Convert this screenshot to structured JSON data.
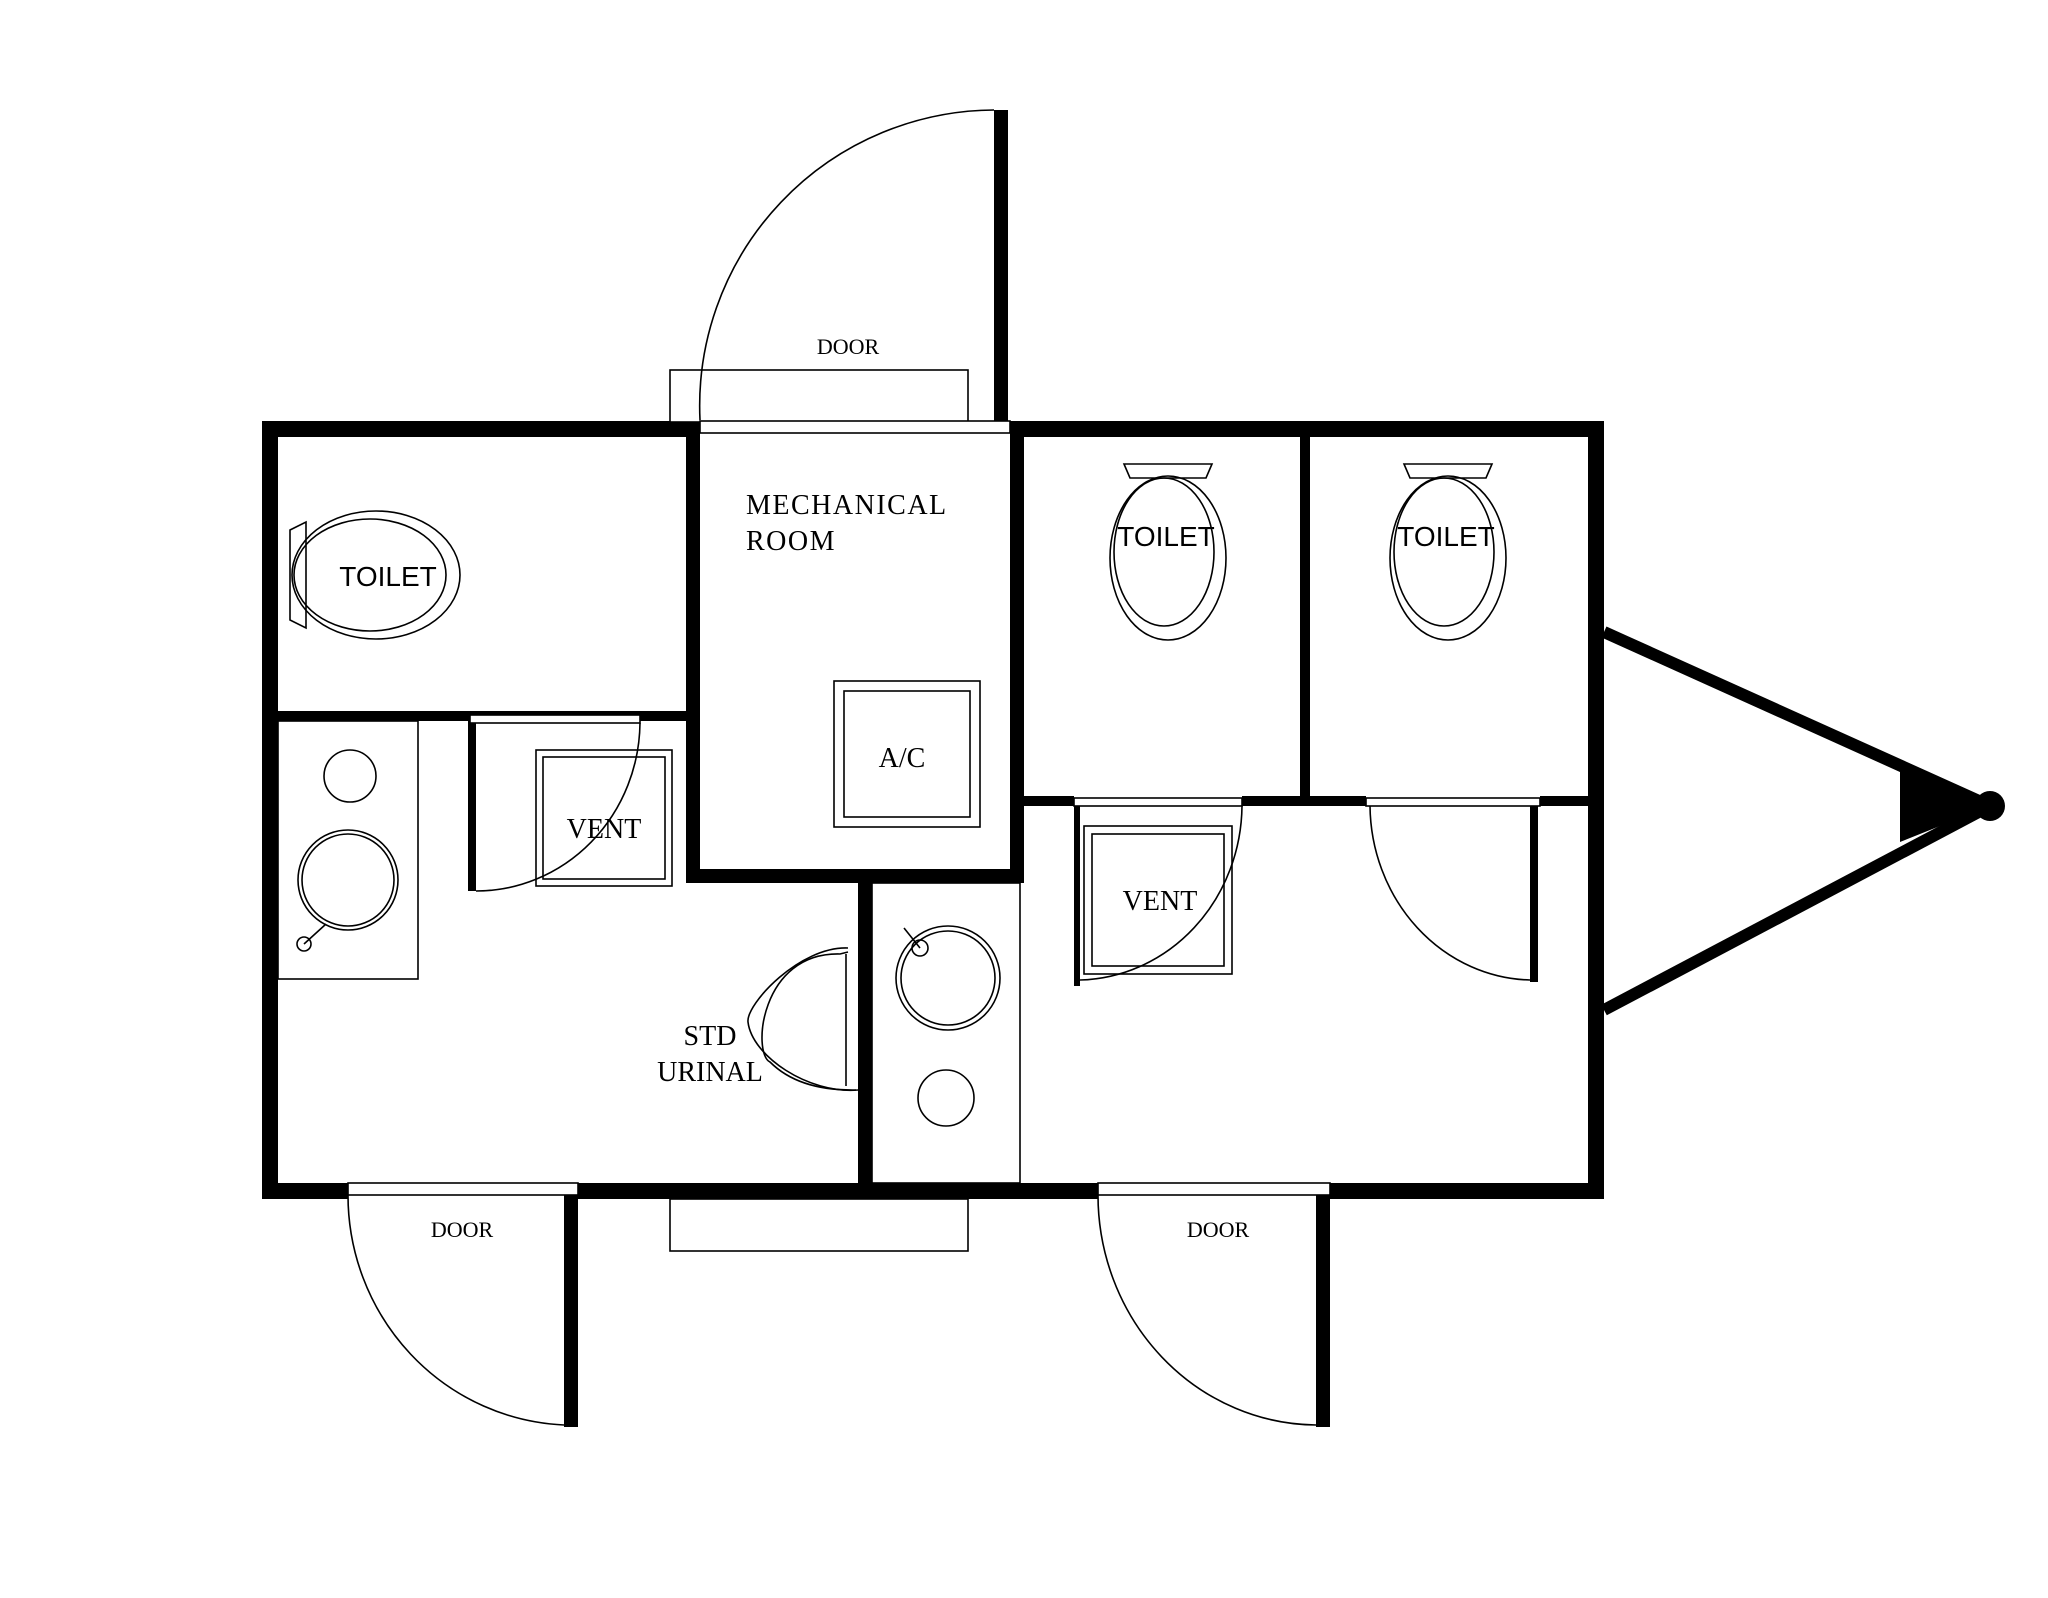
{
  "labels": {
    "door_top": "DOOR",
    "door_bottom_left": "DOOR",
    "door_bottom_right": "DOOR",
    "mechanical_room_line1": "MECHANICAL",
    "mechanical_room_line2": "ROOM",
    "ac": "A/C",
    "toilet_left": "TOILET",
    "toilet_middle": "TOILET",
    "toilet_right": "TOILET",
    "vent_left": "VENT",
    "vent_right": "VENT",
    "urinal_line1": "STD",
    "urinal_line2": "URINAL"
  },
  "colors": {
    "wall": "#000000",
    "background": "#ffffff"
  }
}
